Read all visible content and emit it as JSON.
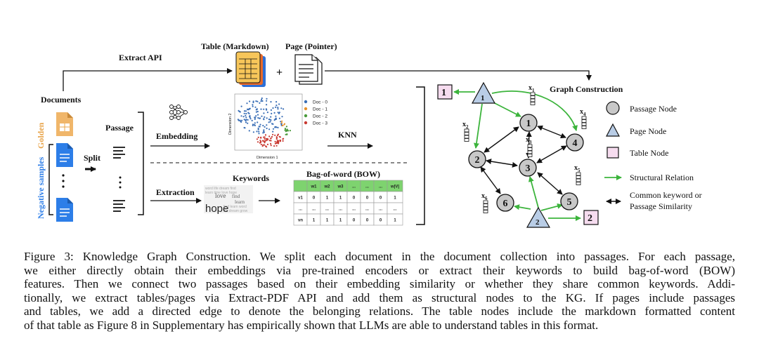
{
  "labels": {
    "extract_api": "Extract API",
    "table_markdown": "Table (Markdown)",
    "page_pointer": "Page (Pointer)",
    "plus": "+",
    "documents": "Documents",
    "golden": "Golden",
    "negative_samples": "Negative samples",
    "split": "Split",
    "passage": "Passage",
    "embedding": "Embedding",
    "knn": "KNN",
    "extraction": "Extraction",
    "keywords": "Keywords",
    "bow": "Bag-of-word (BOW)",
    "graph_construction": "Graph Construction",
    "wordcloud_main": "hope",
    "wordcloud_words": [
      "love",
      "find",
      "learn",
      "word",
      "life",
      "dream"
    ]
  },
  "scatter": {
    "legend": [
      "Doc - 0",
      "Doc - 1",
      "Doc - 2",
      "Doc - 3"
    ],
    "colors": [
      "#3b6fb6",
      "#e8922c",
      "#4a9a3a",
      "#c93a32"
    ],
    "axis_x": "Dimension 1",
    "axis_y": "Dimension 2"
  },
  "bow_table": {
    "header": [
      "",
      "w1",
      "w2",
      "w3",
      "...",
      "...",
      "...",
      "w|V|"
    ],
    "rows": [
      [
        "v1",
        "0",
        "1",
        "1",
        "0",
        "0",
        "0",
        "1"
      ],
      [
        "...",
        "...",
        "...",
        "...",
        "...",
        "...",
        "...",
        "..."
      ],
      [
        "vn",
        "1",
        "1",
        "1",
        "0",
        "0",
        "0",
        "1"
      ]
    ],
    "header_color": "#7ed36f"
  },
  "graph": {
    "passage_nodes": [
      "1",
      "2",
      "3",
      "4",
      "5",
      "6"
    ],
    "page_nodes": [
      "1",
      "2"
    ],
    "table_nodes": [
      "1",
      "2"
    ],
    "feature_labels": [
      "x1",
      "x2",
      "x3",
      "x4",
      "x5",
      "x6"
    ]
  },
  "legend": {
    "passage_node": "Passage Node",
    "page_node": "Page Node",
    "table_node": "Table Node",
    "structural": "Structural Relation",
    "common_kw_1": "Common keyword or",
    "common_kw_2": "Passage Similarity"
  },
  "colors": {
    "passage_node": "#c8c8c8",
    "page_node": "#b9cde6",
    "table_node": "#f6dcef",
    "structural_edge": "#3cb43c",
    "doc_blue": "#2d7ee8",
    "golden": "#e8a44a"
  },
  "caption": [
    "Figure 3: Knowledge Graph Construction. We split each document in the document collection into passages. For each passage,",
    "we either directly obtain their embeddings via pre-trained encoders or extract their keywords to build bag-of-word (BOW)",
    "features. Then we connect two passages based on their embedding similarity or whether they share common keywords. Addi-",
    "tionally, we extract tables/pages via Extract-PDF API and add them as structural nodes to the KG. If pages include passages",
    "and tables, we add a directed edge to denote the belonging relations. The table nodes include the markdown formatted content",
    "of that table as Figure 8 in Supplementary has empirically shown that LLMs are able to understand tables in this format."
  ]
}
